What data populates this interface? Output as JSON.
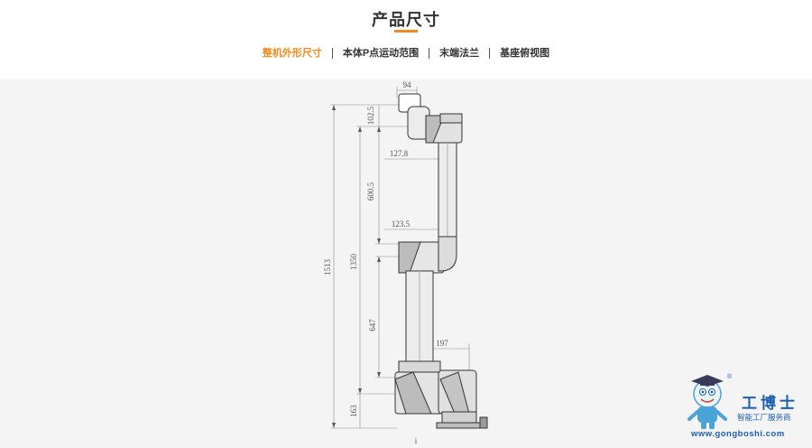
{
  "header": {
    "title": "产品尺寸",
    "accent_color": "#f08a1c"
  },
  "tabs": [
    {
      "label": "整机外形尺寸",
      "active": true
    },
    {
      "label": "本体P点运动范围",
      "active": false
    },
    {
      "label": "末端法兰",
      "active": false
    },
    {
      "label": "基座俯视图",
      "active": false
    }
  ],
  "drawing": {
    "dimensions": {
      "top_width": "94",
      "top_offset": "102.5",
      "wrist_offset": "127.8",
      "forearm_length": "600.5",
      "elbow_offset": "123.5",
      "total_height": "1513",
      "upper_height": "1350",
      "upper_arm_length": "647",
      "base_offset": "197",
      "base_height": "163"
    },
    "bottom_mark": "i"
  },
  "watermark": {
    "name": "工博士",
    "slogan": "智能工厂服务商",
    "url": "www.gongboshi.com",
    "registered": "®"
  }
}
